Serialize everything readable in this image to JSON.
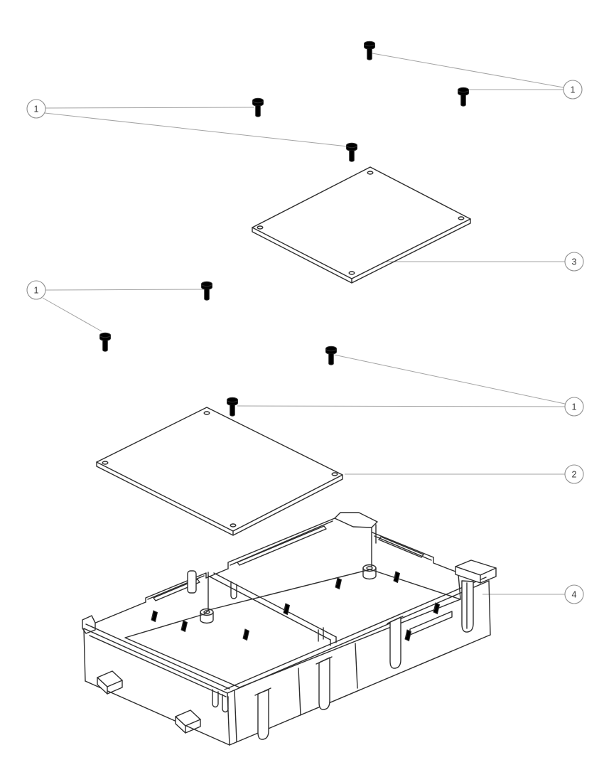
{
  "figure": {
    "kind": "exploded-assembly-drawing",
    "background_color": "#ffffff",
    "line_color": "#2d2d2d",
    "leader_color": "#a3a3a3",
    "balloon_stroke_color": "#8f8f8f",
    "balloon_text_color": "#3a3a3a",
    "balloons": [
      {
        "label": "1"
      },
      {
        "label": "1"
      },
      {
        "label": "3"
      },
      {
        "label": "1"
      },
      {
        "label": "1"
      },
      {
        "label": "2"
      },
      {
        "label": "4"
      }
    ],
    "parts": [
      {
        "callout": "1",
        "type": "screw",
        "quantity_shown": 8
      },
      {
        "callout": "2",
        "type": "flat plate",
        "quantity_shown": 1
      },
      {
        "callout": "3",
        "type": "flat plate",
        "quantity_shown": 1
      },
      {
        "callout": "4",
        "type": "tray base",
        "quantity_shown": 1
      }
    ]
  }
}
